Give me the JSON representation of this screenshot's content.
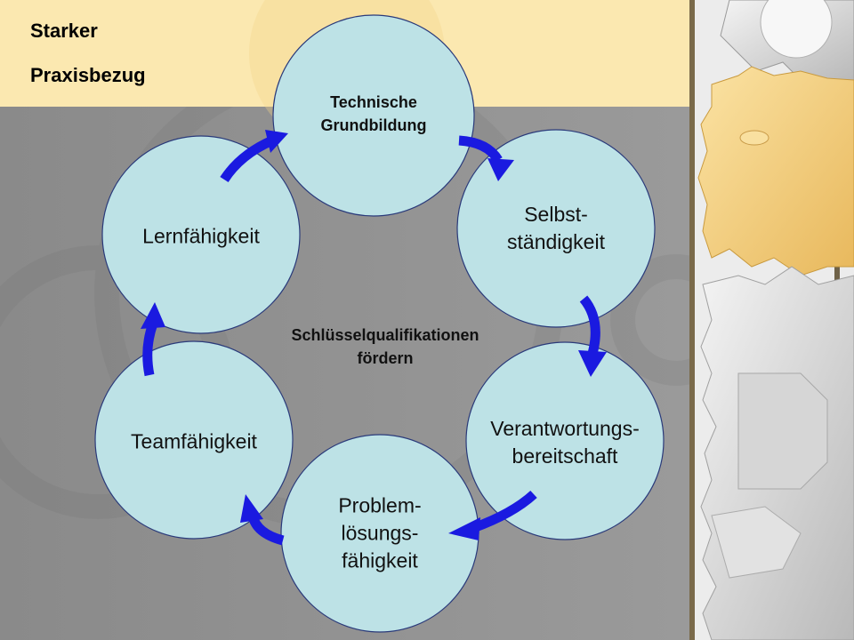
{
  "title": {
    "line1": "Starker",
    "line2": "Praxisbezug"
  },
  "center": {
    "line1": "Schlüsselqualifikationen",
    "line2": "fördern"
  },
  "nodes": [
    {
      "line1": "Technische",
      "line2": "Grundbildung"
    },
    {
      "line1": "Selbst-",
      "line2": "ständigkeit"
    },
    {
      "line1": "Verantwortungs-",
      "line2": "bereitschaft"
    },
    {
      "line1": "Problem-",
      "line2": "lösungs-",
      "line3": "fähigkeit"
    },
    {
      "line1": "Teamfähigkeit"
    },
    {
      "line1": "Lernfähigkeit"
    }
  ],
  "colors": {
    "circle_fill": "#bde2e6",
    "circle_stroke": "#2a3a7a",
    "arrow": "#1a1ae0",
    "header_band": "#fbe8b0",
    "background": "#8f8f8f"
  }
}
